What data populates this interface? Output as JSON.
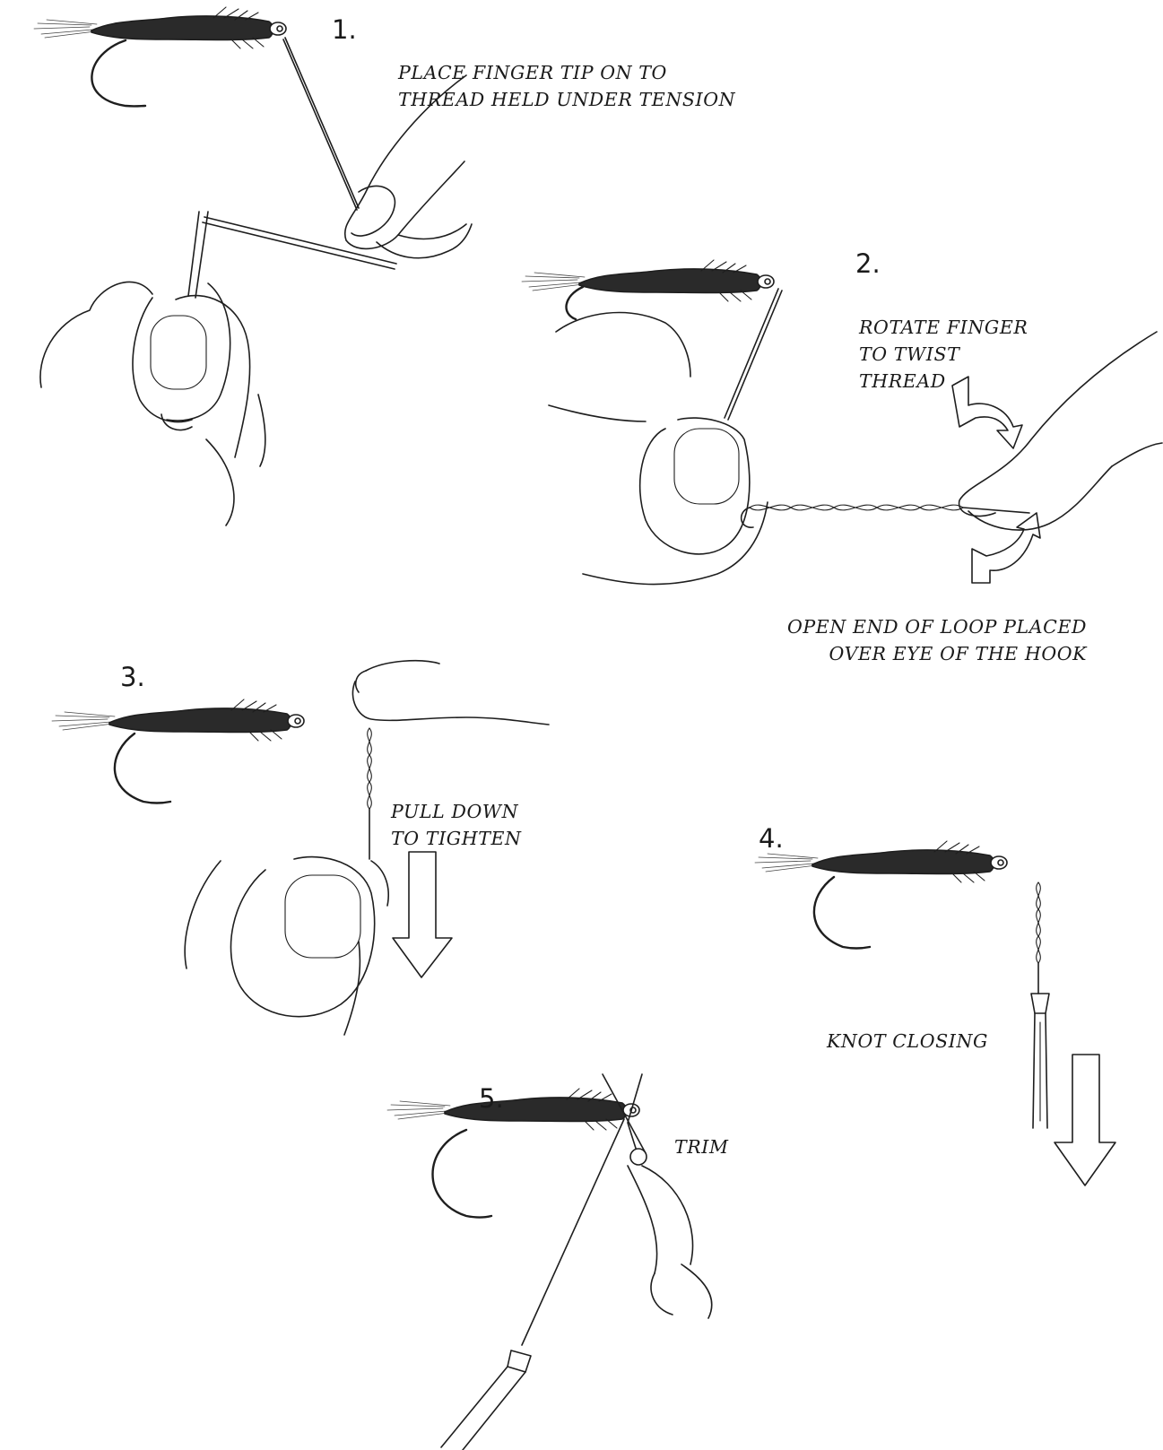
{
  "steps": [
    {
      "number": "1.",
      "note_lines": [
        "PLACE FINGER TIP ON TO",
        "THREAD HELD UNDER TENSION"
      ]
    },
    {
      "number": "2.",
      "note_lines": [
        "ROTATE FINGER",
        "TO TWIST",
        "THREAD"
      ],
      "note2_lines": [
        "OPEN END OF LOOP PLACED",
        "OVER EYE OF THE HOOK"
      ]
    },
    {
      "number": "3.",
      "note_lines": [
        "PULL DOWN",
        "TO TIGHTEN"
      ]
    },
    {
      "number": "4.",
      "note_lines": [
        "KNOT CLOSING"
      ]
    },
    {
      "number": "5.",
      "note_lines": [
        "TRIM"
      ]
    }
  ]
}
